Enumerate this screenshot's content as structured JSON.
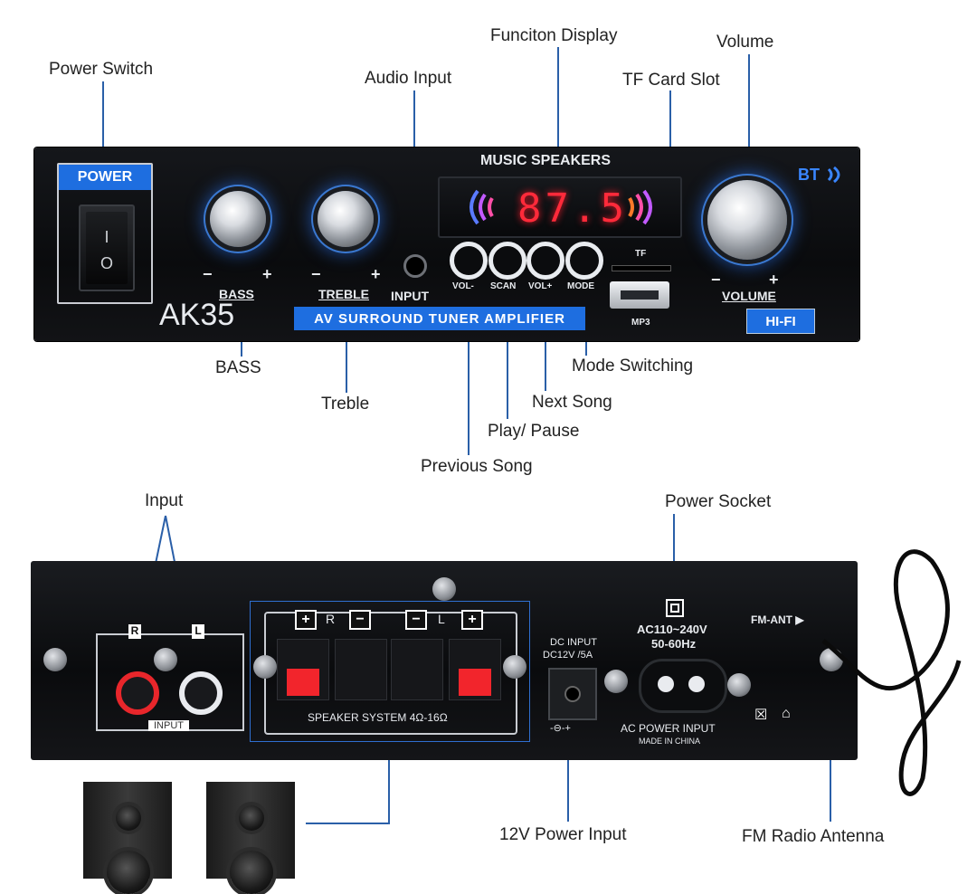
{
  "callouts": {
    "power_switch": "Power Switch",
    "audio_input": "Audio Input",
    "function_display": "Funciton Display",
    "tf_card_slot": "TF Card Slot",
    "volume": "Volume",
    "bass": "BASS",
    "treble": "Treble",
    "previous_song": "Previous Song",
    "play_pause": "Play/ Pause",
    "next_song": "Next Song",
    "mode_switching": "Mode Switching",
    "input": "Input",
    "power_socket": "Power Socket",
    "power_input_12v": "12V Power Input",
    "fm_antenna": "FM Radio Antenna"
  },
  "front_panel": {
    "power_label": "POWER",
    "rocker_on": "I",
    "rocker_off": "O",
    "bass_label": "BASS",
    "treble_label": "TREBLE",
    "input_label": "INPUT",
    "minus": "−",
    "plus": "+",
    "model": "AK35",
    "av_banner": "AV SURROUND TUNER AMPLIFIER",
    "display_title": "MUSIC SPEAKERS",
    "display_digits": "87.5",
    "buttons": [
      "VOL-",
      "SCAN",
      "VOL+",
      "MODE"
    ],
    "tf_label": "TF",
    "mp3_label": "MP3",
    "bt_label": "BT",
    "volume_label": "VOLUME",
    "hifi_label": "HI-FI"
  },
  "rear_panel": {
    "rca_r": "R",
    "rca_l": "L",
    "input_tag": "INPUT",
    "spk_r": "R",
    "spk_l": "L",
    "speaker_system": "SPEAKER SYSTEM 4Ω-16Ω",
    "dc_input": "DC INPUT",
    "dc_spec": "DC12V /5A",
    "dc_polarity": "-⊖-+",
    "ac_range": "AC110~240V",
    "ac_freq": "50-60Hz",
    "ac_power_input": "AC POWER INPUT",
    "made_in": "MADE IN CHINA",
    "fm_ant": "FM-ANT ▶"
  },
  "colors": {
    "accent_blue": "#1e6ee0",
    "display_red": "#ff2a3a",
    "terminal_red": "#f2252c",
    "panel_black": "#0a0b0d"
  }
}
